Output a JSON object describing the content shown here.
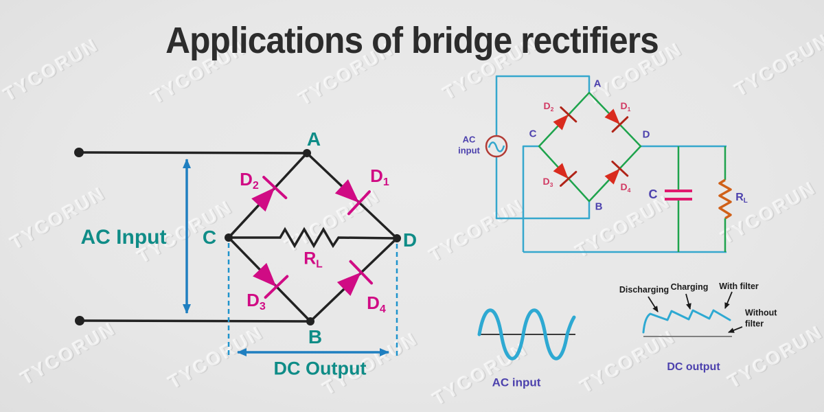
{
  "title": "Applications of bridge rectifiers",
  "watermark": "TYCORUN",
  "left_diagram": {
    "ac_input": "AC Input",
    "dc_output": "DC Output",
    "node_a": "A",
    "node_b": "B",
    "node_c": "C",
    "node_d": "D",
    "d1": {
      "main": "D",
      "sub": "1"
    },
    "d2": {
      "main": "D",
      "sub": "2"
    },
    "d3": {
      "main": "D",
      "sub": "3"
    },
    "d4": {
      "main": "D",
      "sub": "4"
    },
    "load": {
      "main": "R",
      "sub": "L"
    }
  },
  "right_circuit": {
    "source": {
      "line1": "AC",
      "line2": "input"
    },
    "node_a": "A",
    "node_b": "B",
    "node_c": "C",
    "node_d": "D",
    "d1": {
      "main": "D",
      "sub": "1"
    },
    "d2": {
      "main": "D",
      "sub": "2"
    },
    "d3": {
      "main": "D",
      "sub": "3"
    },
    "d4": {
      "main": "D",
      "sub": "4"
    },
    "capacitor": "C",
    "load": {
      "main": "R",
      "sub": "L"
    }
  },
  "waveforms": {
    "ac_caption": "AC input",
    "dc_caption": "DC output",
    "discharging": "Discharging",
    "charging": "Charging",
    "with_filter": "With filter",
    "without_filter_line1": "Without",
    "without_filter_line2": "filter"
  },
  "colors": {
    "bg": "#e7e7e7",
    "ink": "#2c2c2c",
    "teal": "#0f8c87",
    "magenta": "#d00b84",
    "blue": "#1f7fc0",
    "dashblue": "#1e93cc",
    "wire": "#222222",
    "cyan": "#35a7cd",
    "green": "#1ea34c",
    "red": "#d92b1e",
    "redbar": "#b02418",
    "violet": "#4c41ad",
    "crimson": "#d13a63",
    "orange": "#d06018",
    "cappink": "#e0186e",
    "srcred": "#b23b35",
    "wavecyan": "#2ea9d2",
    "axis": "#3a3a3a",
    "baseline": "#808080",
    "note": "#1a1a1a"
  }
}
